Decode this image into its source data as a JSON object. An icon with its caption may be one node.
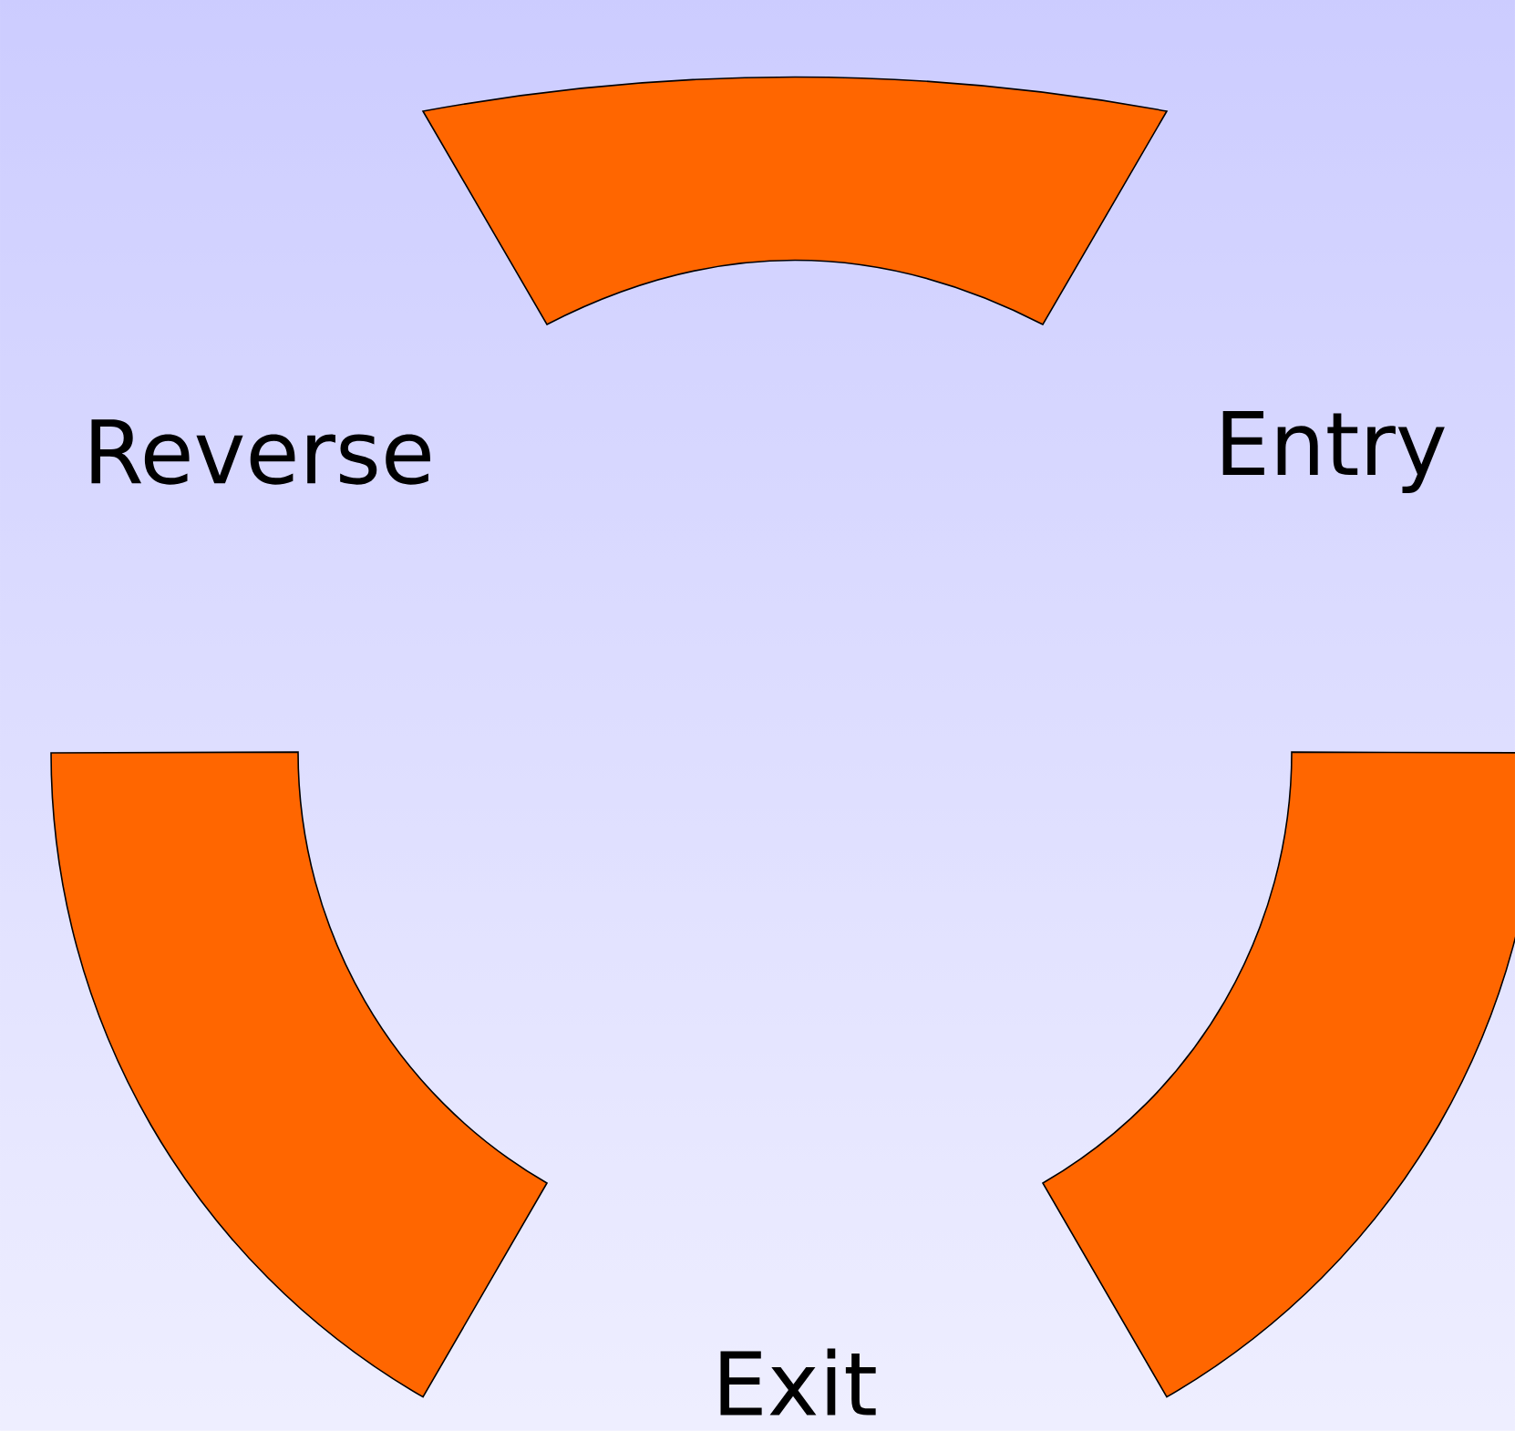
{
  "diagram": {
    "nodes": [
      {
        "text": [],
        "shape": "arc"
      },
      {
        "text": [],
        "shape": "arc"
      },
      {
        "text": [],
        "shape": "arc"
      }
    ],
    "labels": [
      "Reverse",
      "Entry",
      "Exit"
    ]
  }
}
